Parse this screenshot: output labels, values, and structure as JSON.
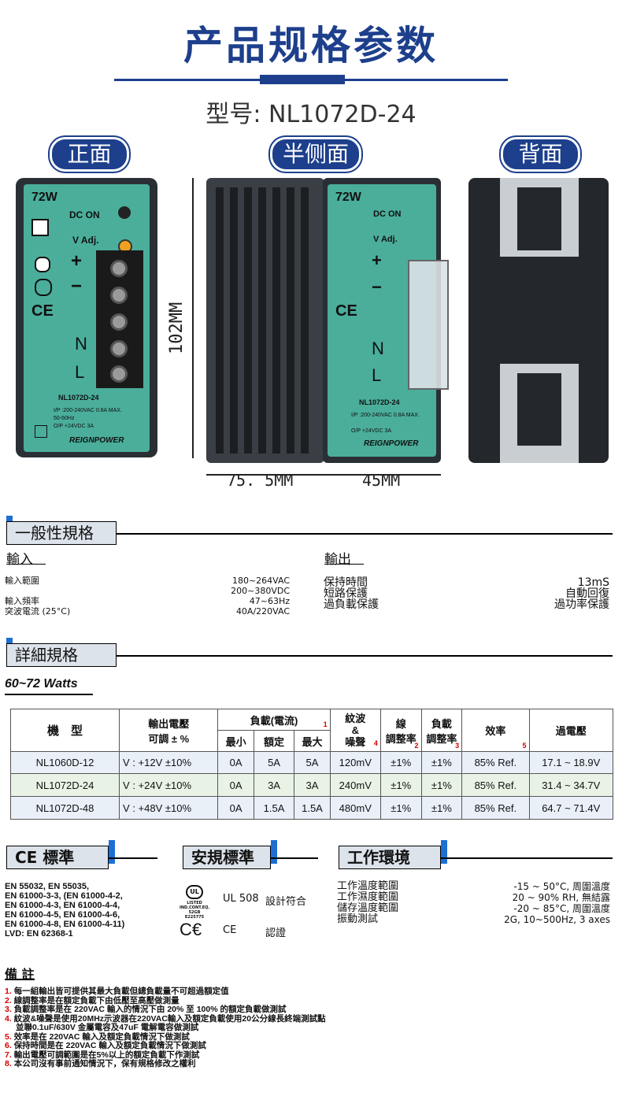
{
  "header": {
    "title": "产品规格参数",
    "model": "型号: NL1072D-24"
  },
  "views": {
    "front": "正面",
    "side": "半侧面",
    "back": "背面"
  },
  "device": {
    "watt": "72W",
    "dc_on": "DC ON",
    "v_adj": "V Adj.",
    "plus": "+",
    "minus": "−",
    "n": "N",
    "l": "L",
    "ce": "CE",
    "model": "NL1072D-24",
    "ip": "I/P :200-240VAC  0.8A MAX.",
    "hz": "50-60Hz",
    "op": "O/P  +24VDC     3A",
    "brand": "REIGNPOWER",
    "side_ip": "I/P :200-240VAC  0.8A MAX.",
    "side_op": "O/P  +24VDC     3A"
  },
  "dimensions": {
    "height": "102MM",
    "width": "75. 5MM",
    "depth": "45MM"
  },
  "general": {
    "section": "一般性規格",
    "input_title": "輸入",
    "input_labels": [
      "輸入範圍",
      "",
      "輸入頻率",
      "突波電流 (25°C)"
    ],
    "input_values": [
      "180~264VAC",
      "200~380VDC",
      "47~63Hz",
      "40A/220VAC"
    ],
    "output_title": "輸出",
    "output_labels": [
      "保持時間",
      "短路保護",
      "過負載保護"
    ],
    "output_values": [
      "13mS",
      "自動回復",
      "過功率保護"
    ]
  },
  "detail": {
    "section": "詳細規格",
    "watts": "60~72 Watts",
    "headers": {
      "model": "機　型",
      "vout": "輸出電壓",
      "vout2": "可調 ± %",
      "load": "負載(電流)",
      "load_sup": "1",
      "min": "最小",
      "rated": "額定",
      "max": "最大",
      "ripple1": "紋波",
      "ripple2": "&",
      "ripple3": "噪聲",
      "ripple_sup": "4",
      "line1": "線",
      "line2": "調整率",
      "line_sup": "2",
      "loadreg1": "負載",
      "loadreg2": "調整率",
      "loadreg_sup": "3",
      "eff": "效率",
      "eff_sup": "5",
      "ovp": "過電壓"
    },
    "rows": [
      [
        "NL1060D-12",
        "V : +12V ±10%",
        "0A",
        "5A",
        "5A",
        "120mV",
        "±1%",
        "±1%",
        "85% Ref.",
        "17.1 ~ 18.9V"
      ],
      [
        "NL1072D-24",
        "V : +24V ±10%",
        "0A",
        "3A",
        "3A",
        "240mV",
        "±1%",
        "±1%",
        "85% Ref.",
        "31.4 ~ 34.7V"
      ],
      [
        "NL1072D-48",
        "V : +48V ±10%",
        "0A",
        "1.5A",
        "1.5A",
        "480mV",
        "±1%",
        "±1%",
        "85% Ref.",
        "64.7 ~ 71.4V"
      ]
    ]
  },
  "ce": {
    "section": "CE  標準",
    "lines": [
      "EN 55032, EN 55035,",
      "EN 61000-3-3, (EN 61000-4-2,",
      "EN 61000-4-3, EN 61000-4-4,",
      "EN 61000-4-5, EN 61000-4-6,",
      "EN 61000-4-8, EN 61000-4-11)",
      "LVD: EN 62368-1"
    ]
  },
  "safety": {
    "section": "安規標準",
    "ul_std": "UL 508",
    "ul_text": "設計符合",
    "ce_std": "CE",
    "ce_text": "認證",
    "ul_logo_top": "LISTED",
    "ul_logo_mid": "IND.CONT.EQ.",
    "ul_logo_bot": "52GB E225775"
  },
  "env": {
    "section": "工作環境",
    "labels": [
      "工作溫度範圍",
      "工作濕度範圍",
      "儲存溫度範圍",
      "振動測試"
    ],
    "values": [
      "-15 ~ 50°C, 周圍溫度",
      "20 ~ 90% RH, 無結露",
      "-20 ~ 85°C, 周圍溫度",
      "2G, 10~500Hz, 3 axes"
    ]
  },
  "notes": {
    "title": "備  註",
    "items": [
      [
        "1.",
        "每一組輸出皆可提供其最大負載但總負載量不可超過額定值"
      ],
      [
        "2.",
        "線調整率是在額定負載下由低壓至高壓做測量"
      ],
      [
        "3.",
        "負載調整率是在 220VAC 輸入的情況下由 20% 至 100% 的額定負載做測試"
      ],
      [
        "4.",
        "紋波&噪聲是使用20MHz示波器在220VAC輸入及額定負載使用20公分線長終端測試點"
      ],
      [
        "",
        "並聯0.1uF/630V 金屬電容及47uF 電解電容做測試"
      ],
      [
        "5.",
        "效率是在 220VAC 輸入及額定負載情況下做測試"
      ],
      [
        "6.",
        "保持時間是在 220VAC 輸入及額定負載情況下做測試"
      ],
      [
        "7.",
        "輸出電壓可調範圍是在5%以上的額定負載下作測試"
      ],
      [
        "8.",
        "本公司沒有事前通知情況下，保有規格修改之權利"
      ]
    ]
  }
}
